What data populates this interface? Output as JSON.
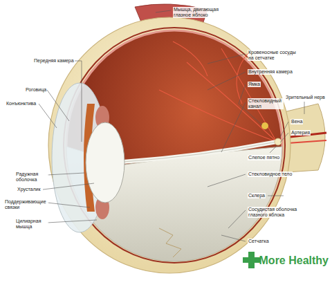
{
  "diagram": {
    "labels": [
      "Мышца, двигающая глазное яблоко",
      "Передняя камера",
      "Кровеносные сосуды на сетчатке",
      "Внутренняя камера",
      "Ямка",
      "Зрительный нерв",
      "Стекловидный канал",
      "Роговица",
      "Вена",
      "Конъюнктива",
      "Артерия",
      "Слепое пятно",
      "Стекловидное тело",
      "Радужная оболочка",
      "Хрусталик",
      "Склера",
      "Поддерживающие связки",
      "Сосудистая оболочка глазного яблока",
      "Цилиарная мышца",
      "Сетчатка",
      "More Healthy"
    ]
  }
}
